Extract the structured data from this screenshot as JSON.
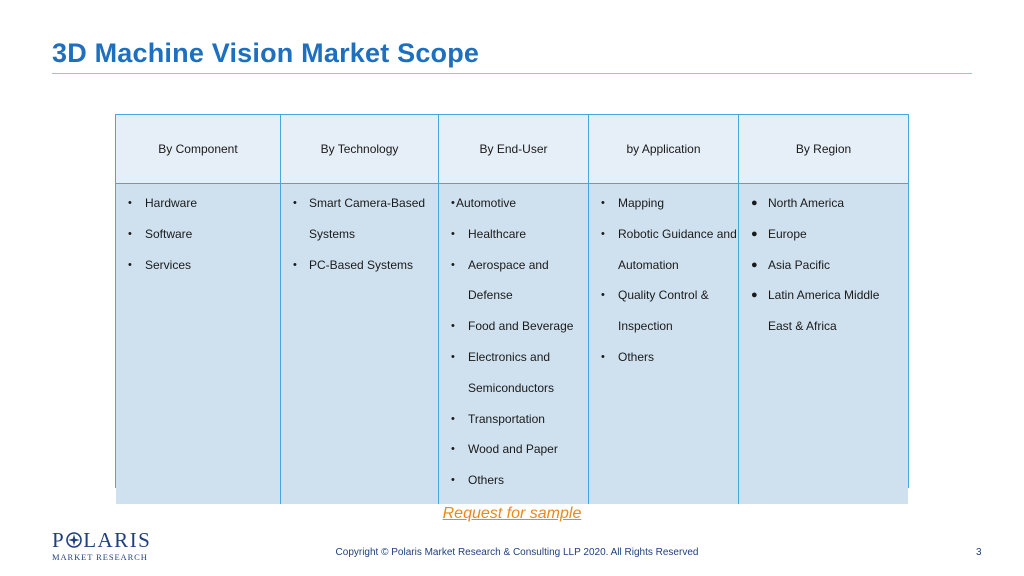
{
  "title": "3D Machine Vision Market Scope",
  "columns": [
    {
      "header": "By Component",
      "items": [
        {
          "text": "Hardware",
          "bullet": "•"
        },
        {
          "text": "Software",
          "bullet": "•"
        },
        {
          "text": "Services",
          "bullet": "•"
        }
      ]
    },
    {
      "header": "By Technology",
      "items": [
        {
          "text": "Smart Camera-Based",
          "bullet": "•"
        },
        {
          "text": "Systems",
          "bullet": ""
        },
        {
          "text": "PC-Based Systems",
          "bullet": "•"
        }
      ]
    },
    {
      "header": "By End-User",
      "items": [
        {
          "text": "Automotive",
          "bullet": "•"
        },
        {
          "text": "Healthcare",
          "bullet": "•"
        },
        {
          "text": "Aerospace and",
          "bullet": "•"
        },
        {
          "text": "Defense",
          "bullet": ""
        },
        {
          "text": "Food and Beverage",
          "bullet": "•"
        },
        {
          "text": "Electronics and",
          "bullet": "•"
        },
        {
          "text": "Semiconductors",
          "bullet": ""
        },
        {
          "text": "Transportation",
          "bullet": "•"
        },
        {
          "text": "Wood and Paper",
          "bullet": "•"
        },
        {
          "text": "Others",
          "bullet": "•"
        }
      ]
    },
    {
      "header": "by Application",
      "items": [
        {
          "text": "Mapping",
          "bullet": "•"
        },
        {
          "text": "Robotic Guidance and",
          "bullet": "•"
        },
        {
          "text": "Automation",
          "bullet": ""
        },
        {
          "text": "Quality Control &",
          "bullet": "•"
        },
        {
          "text": "Inspection",
          "bullet": ""
        },
        {
          "text": "Others",
          "bullet": "•"
        }
      ]
    },
    {
      "header": "By Region",
      "items": [
        {
          "text": "North America",
          "bullet": "●"
        },
        {
          "text": "Europe",
          "bullet": "●"
        },
        {
          "text": "Asia Pacific",
          "bullet": "●"
        },
        {
          "text": "Latin America Middle",
          "bullet": "●"
        },
        {
          "text": "East & Africa",
          "bullet": ""
        }
      ]
    }
  ],
  "request_link": "Request for sample",
  "logo": {
    "brand_left": "P",
    "brand_right": "LARIS",
    "sub": "MARKET RESEARCH"
  },
  "footer": {
    "copyright": "Copyright © Polaris Market Research & Consulting LLP 2020. All Rights Reserved",
    "page_number": "3"
  },
  "colors": {
    "title": "#1f6fbf",
    "table_border": "#46a7dc",
    "header_bg": "#e6eef7",
    "body_bg": "#cfe1ef",
    "link": "#e8891a",
    "brand": "#1f3f80"
  }
}
